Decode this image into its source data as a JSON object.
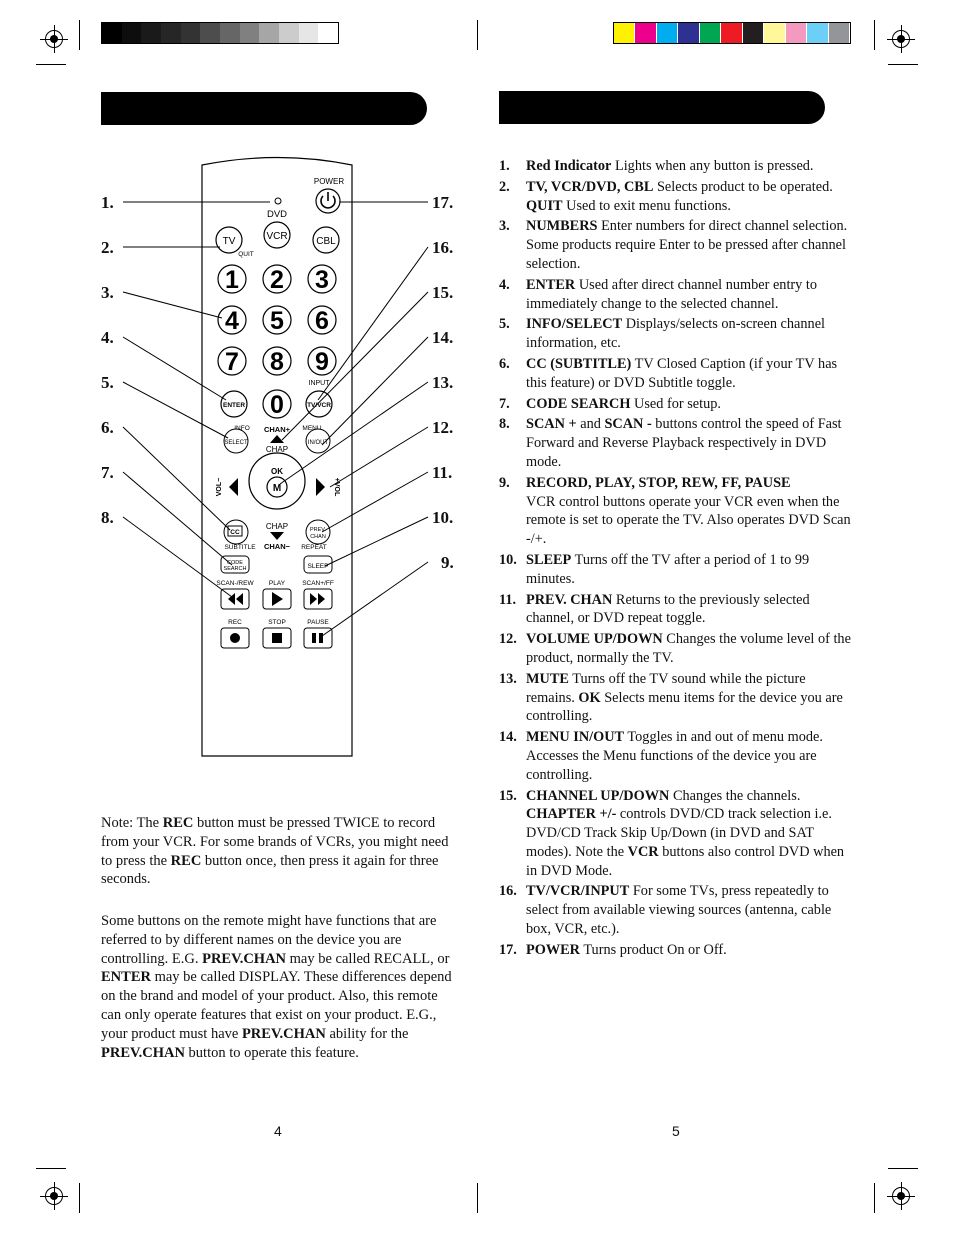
{
  "calibration": {
    "gray_swatches": [
      "#000000",
      "#0d0d0d",
      "#1a1a1a",
      "#262626",
      "#333333",
      "#4d4d4d",
      "#666666",
      "#808080",
      "#a6a6a6",
      "#cccccc",
      "#e6e6e6",
      "#ffffff"
    ],
    "color_swatches": [
      "#fff200",
      "#ec008c",
      "#00aeef",
      "#2e3192",
      "#00a651",
      "#ed1c24",
      "#231f20",
      "#fff799",
      "#f49ac1",
      "#6dcff6",
      "#939598"
    ]
  },
  "remote": {
    "labels": {
      "dvd": "DVD",
      "power": "POWER",
      "tv": "TV",
      "quit": "QUIT",
      "vcr": "VCR",
      "cbl": "CBL",
      "digits": [
        "1",
        "2",
        "3",
        "4",
        "5",
        "6",
        "7",
        "8",
        "9",
        "0"
      ],
      "input": "INPUT",
      "enter": "ENTER",
      "tvvcr": "TV/VCR",
      "info": "INFO",
      "chan_plus": "CHAN+",
      "menu": "MENU",
      "select": "SELECT",
      "chap_top": "CHAP",
      "in_out": "IN/OUT",
      "ok": "OK",
      "mute": "M",
      "vol_minus": "VOL−",
      "vol_plus": "+VOL",
      "chap_bottom": "CHAP",
      "cc": "CC",
      "prev_chan": [
        "PREV.",
        "CHAN"
      ],
      "subtitle": "SUBTITLE",
      "chan_minus": "CHAN−",
      "repeat": "REPEAT",
      "code_search": [
        "CODE",
        "SEARCH"
      ],
      "sleep": "SLEEP",
      "scan_rew": "SCAN-/REW",
      "play": "PLAY",
      "scan_ff": "SCAN+/FF",
      "rec": "REC",
      "stop": "STOP",
      "pause": "PAUSE"
    },
    "left_callouts": [
      "1.",
      "2.",
      "3.",
      "4.",
      "5.",
      "6.",
      "7.",
      "8."
    ],
    "right_callouts": [
      "17.",
      "16.",
      "15.",
      "14.",
      "13.",
      "12.",
      "11.",
      "10.",
      "9."
    ]
  },
  "left_page": {
    "note_paragraph": [
      {
        "t": "Note: The "
      },
      {
        "b": "REC"
      },
      {
        "t": " button must be pressed TWICE to record from your VCR. For some brands of VCRs, you might need to press the "
      },
      {
        "b": "REC"
      },
      {
        "t": " button once, then press it again for three seconds."
      }
    ],
    "alias_paragraph": [
      {
        "t": "Some buttons on the remote might have functions that are referred to by different names on the device you are controlling. E.G. "
      },
      {
        "b": "PREV.CHAN"
      },
      {
        "t": " may be called RECALL, or "
      },
      {
        "b": "ENTER"
      },
      {
        "t": " may be called DISPLAY. These differences depend on the brand and model of your product. Also, this remote can only operate features that exist on your product. E.G., your product must have "
      },
      {
        "b": "PREV.CHAN"
      },
      {
        "t": " ability for the "
      },
      {
        "b": "PREV.CHAN"
      },
      {
        "t": " button to operate this feature."
      }
    ],
    "page_number": "4"
  },
  "right_page": {
    "items": [
      {
        "num": "1.",
        "parts": [
          {
            "b": "Red Indicator"
          },
          {
            "t": " Lights when any button is pressed."
          }
        ]
      },
      {
        "num": "2.",
        "parts": [
          {
            "b": "TV, VCR/DVD, CBL"
          },
          {
            "t": " Selects product to be operated. "
          },
          {
            "b": "QUIT"
          },
          {
            "t": " Used to exit menu functions."
          }
        ]
      },
      {
        "num": "3.",
        "parts": [
          {
            "b": "NUMBERS"
          },
          {
            "t": " Enter numbers for direct channel selection. Some products require Enter to be pressed after channel selection."
          }
        ]
      },
      {
        "num": "4.",
        "parts": [
          {
            "b": "ENTER"
          },
          {
            "t": " Used after direct channel number entry to immediately change to the selected channel."
          }
        ]
      },
      {
        "num": "5.",
        "parts": [
          {
            "b": "INFO/SELECT"
          },
          {
            "t": " Displays/selects on-screen channel information, etc."
          }
        ]
      },
      {
        "num": "6.",
        "parts": [
          {
            "b": "CC (SUBTITLE)"
          },
          {
            "t": " TV Closed Caption (if your TV has this feature) or DVD Subtitle toggle."
          }
        ]
      },
      {
        "num": "7.",
        "parts": [
          {
            "b": "CODE SEARCH"
          },
          {
            "t": " Used for setup."
          }
        ]
      },
      {
        "num": "8.",
        "parts": [
          {
            "b": "SCAN +"
          },
          {
            "t": " and "
          },
          {
            "b": "SCAN -"
          },
          {
            "t": " buttons control the speed of Fast Forward and Reverse Playback respectively in DVD mode."
          }
        ]
      },
      {
        "num": "9.",
        "parts": [
          {
            "b": "RECORD, PLAY, STOP, REW, FF, PAUSE"
          },
          {
            "br": true
          },
          {
            "t": "VCR control buttons operate your VCR even when the remote is set to operate the TV. Also operates DVD Scan -/+."
          }
        ]
      },
      {
        "num": "10.",
        "parts": [
          {
            "b": "SLEEP"
          },
          {
            "t": " Turns off the TV after a period of 1 to 99 minutes."
          }
        ]
      },
      {
        "num": "11.",
        "parts": [
          {
            "b": "PREV. CHAN"
          },
          {
            "t": " Returns to the previously selected channel, or DVD repeat toggle."
          }
        ]
      },
      {
        "num": "12.",
        "parts": [
          {
            "b": "VOLUME UP/DOWN"
          },
          {
            "t": " Changes the volume level of the product, normally the TV."
          }
        ]
      },
      {
        "num": "13.",
        "parts": [
          {
            "b": "MUTE"
          },
          {
            "t": " Turns off the TV sound while the picture remains. "
          },
          {
            "b": "OK"
          },
          {
            "t": " Selects menu items for the device you are controlling."
          }
        ]
      },
      {
        "num": "14.",
        "parts": [
          {
            "b": "MENU IN/OUT"
          },
          {
            "t": " Toggles in and out of menu mode. Accesses the Menu functions of the device you are controlling."
          }
        ]
      },
      {
        "num": "15.",
        "parts": [
          {
            "b": "CHANNEL UP/DOWN"
          },
          {
            "t": " Changes the channels. "
          },
          {
            "br": true
          },
          {
            "b": "CHAPTER +/-"
          },
          {
            "t": " controls DVD/CD track selection i.e. DVD/CD Track Skip Up/Down (in DVD and SAT modes). Note the "
          },
          {
            "b": "VCR"
          },
          {
            "t": " buttons also control DVD when in DVD Mode."
          }
        ]
      },
      {
        "num": "16.",
        "parts": [
          {
            "b": "TV/VCR/INPUT"
          },
          {
            "t": " For some TVs, press repeatedly to select from available viewing sources (antenna, cable box, VCR, etc.)."
          }
        ]
      },
      {
        "num": "17.",
        "parts": [
          {
            "b": "POWER"
          },
          {
            "t": " Turns product On or Off."
          }
        ]
      }
    ],
    "page_number": "5"
  }
}
